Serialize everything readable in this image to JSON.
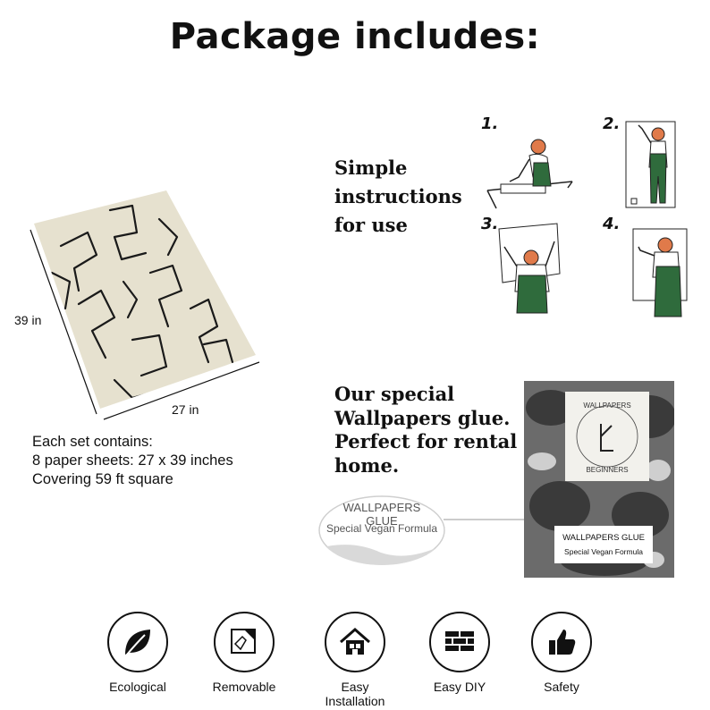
{
  "title": "Package includes:",
  "instructions": {
    "lines": [
      "Simple",
      "instructions",
      "for use"
    ],
    "step_numbers": [
      "1.",
      "2.",
      "3.",
      "4."
    ]
  },
  "wallpaper": {
    "height_label": "39 in",
    "width_label": "27 in"
  },
  "set_info": {
    "line1": "Each set contains:",
    "line2": "8 paper sheets: 27 x 39 inches",
    "line3": "Covering 59 ft square"
  },
  "glue": {
    "lines": [
      "Our special",
      "Wallpapers glue.",
      "Perfect for rental",
      "home."
    ],
    "brand_top": "WALLPAPERS",
    "brand_bottom": "BEGINNERS",
    "label_title": "WALLPAPERS GLUE",
    "label_subtitle": "Special Vegan Formula",
    "zoom_title": "WALLPAPERS GLUE",
    "zoom_subtitle": "Special Vegan Formula"
  },
  "features": [
    {
      "label": "Ecological",
      "icon": "leaf-icon"
    },
    {
      "label": "Removable",
      "icon": "peel-sheet-icon"
    },
    {
      "label": "Easy Installation",
      "icon": "house-icon"
    },
    {
      "label": "Easy DIY",
      "icon": "brick-wall-icon"
    },
    {
      "label": "Safety",
      "icon": "thumbs-up-icon"
    }
  ],
  "colors": {
    "paper": "#e6e1cf",
    "accent_skin": "#e07a4a",
    "overalls": "#2f6b3c",
    "ink": "#111111"
  }
}
